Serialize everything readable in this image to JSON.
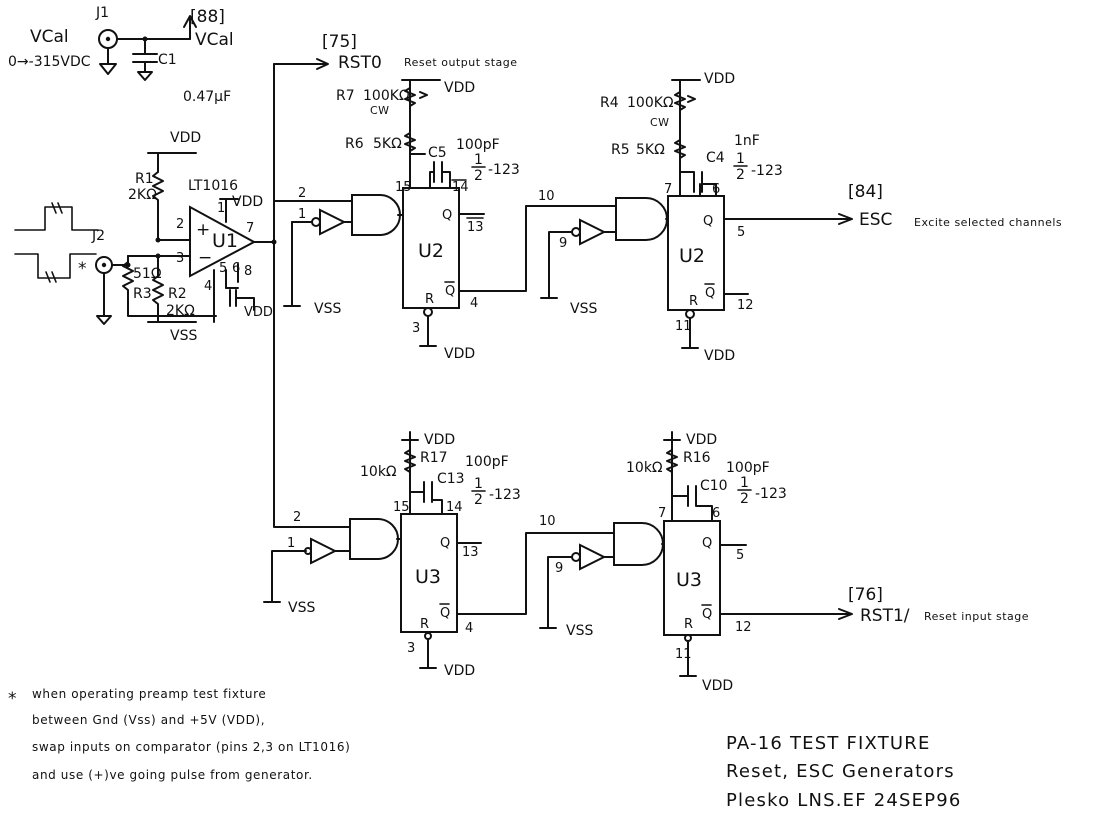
{
  "connectors": {
    "j1": {
      "ref": "J1",
      "net": "VCal",
      "range": "0→-315VDC"
    },
    "j2": {
      "ref": "J2",
      "marker": "*"
    }
  },
  "capacitor_c1": {
    "ref": "C1",
    "value": "0.47µF"
  },
  "vcal_output": {
    "ref": "[88]",
    "name": "VCal"
  },
  "rst0_output": {
    "ref": "[75]",
    "name": "RST0",
    "desc": "Reset output stage"
  },
  "esc_output": {
    "ref": "[84]",
    "name": "ESC",
    "desc": "Excite selected channels"
  },
  "rst1_output": {
    "ref": "[76]",
    "name": "RST1/",
    "desc": "Reset input stage"
  },
  "comparator": {
    "part": "LT1016",
    "ref": "U1",
    "r1": {
      "ref": "R1",
      "value": "2KΩ"
    },
    "r2": {
      "ref": "R2",
      "value": "2KΩ"
    },
    "r3": {
      "ref": "R3",
      "value": "51Ω"
    },
    "pins": [
      "1",
      "2",
      "3",
      "4",
      "5",
      "6",
      "7",
      "8"
    ],
    "vdd": "VDD",
    "vss": "VSS"
  },
  "stage_u2a": {
    "chip": "U2",
    "r7": {
      "ref": "R7",
      "value": "100KΩ",
      "wiper": "CW"
    },
    "r6": {
      "ref": "R6",
      "value": "5KΩ"
    },
    "c5": {
      "ref": "C5",
      "value": "100pF"
    },
    "frac": {
      "num": "1",
      "den": "2",
      "part": "-123"
    },
    "pins": {
      "a": "1",
      "b": "2",
      "rext": "15",
      "cext": "14",
      "q": "Q",
      "q_pin": "13",
      "qbar": "Q",
      "qbar_pin": "4",
      "reset": "R",
      "reset_pin": "3"
    },
    "vdd": "VDD",
    "vss": "VSS"
  },
  "stage_u2b": {
    "chip": "U2",
    "r4": {
      "ref": "R4",
      "value": "100KΩ",
      "wiper": "CW"
    },
    "r5": {
      "ref": "R5",
      "value": "5KΩ"
    },
    "c4": {
      "ref": "C4",
      "value": "1nF"
    },
    "frac": {
      "num": "1",
      "den": "2",
      "part": "-123"
    },
    "pins": {
      "a": "9",
      "b": "10",
      "rext": "7",
      "cext": "6",
      "q": "Q",
      "q_pin": "5",
      "qbar": "Q",
      "qbar_pin": "12",
      "reset": "R",
      "reset_pin": "11"
    },
    "vdd": "VDD",
    "vss": "VSS"
  },
  "stage_u3a": {
    "chip": "U3",
    "r17": {
      "ref": "R17",
      "value": "10kΩ"
    },
    "c13": {
      "ref": "C13",
      "value": "100pF"
    },
    "frac": {
      "num": "1",
      "den": "2",
      "part": "-123"
    },
    "pins": {
      "a": "1",
      "b": "2",
      "rext": "15",
      "cext": "14",
      "q": "Q",
      "q_pin": "13",
      "qbar": "Q",
      "qbar_pin": "4",
      "reset": "R",
      "reset_pin": "3"
    },
    "vdd": "VDD",
    "vss": "VSS"
  },
  "stage_u3b": {
    "chip": "U3",
    "r16": {
      "ref": "R16",
      "value": "10kΩ"
    },
    "c10": {
      "ref": "C10",
      "value": "100pF"
    },
    "frac": {
      "num": "1",
      "den": "2",
      "part": "-123"
    },
    "pins": {
      "a": "9",
      "b": "10",
      "rext": "7",
      "cext": "6",
      "q": "Q",
      "q_pin": "5",
      "qbar": "Q",
      "qbar_pin": "12",
      "reset": "R",
      "reset_pin": "11"
    },
    "vdd": "VDD",
    "vss": "VSS"
  },
  "footnote": {
    "marker": "*",
    "lines": [
      "when operating preamp test fixture",
      "between Gnd (Vss) and +5V (VDD),",
      "swap inputs on comparator (pins 2,3 on LT1016)",
      "and use (+)ve going pulse from generator."
    ]
  },
  "title_block": {
    "lines": [
      "PA-16 TEST FIXTURE",
      "Reset, ESC Generators",
      "Plesko LNS.EF 24SEP96"
    ]
  }
}
